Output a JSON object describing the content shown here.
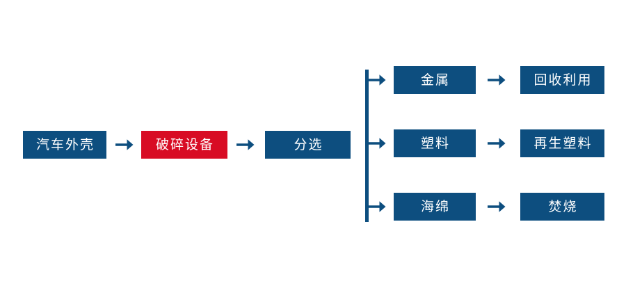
{
  "diagram": {
    "title": "",
    "colors": {
      "box_blue": "#0d4e7f",
      "box_red": "#d80c24",
      "arrow": "#0d4e7f",
      "text": "#ffffff",
      "background": "#ffffff"
    },
    "main_chain": [
      {
        "id": "car-shell",
        "label": "汽车外壳",
        "color": "blue"
      },
      {
        "id": "shredding-equip",
        "label": "破碎设备",
        "color": "red"
      },
      {
        "id": "sorting",
        "label": "分选",
        "color": "blue"
      }
    ],
    "branches": [
      {
        "id": "metal",
        "material": {
          "id": "metal-material",
          "label": "金属",
          "color": "blue"
        },
        "outcome": {
          "id": "metal-outcome",
          "label": "回收利用",
          "color": "blue"
        }
      },
      {
        "id": "plastic",
        "material": {
          "id": "plastic-material",
          "label": "塑料",
          "color": "blue"
        },
        "outcome": {
          "id": "plastic-outcome",
          "label": "再生塑料",
          "color": "blue"
        }
      },
      {
        "id": "sponge",
        "material": {
          "id": "sponge-material",
          "label": "海绵",
          "color": "blue"
        },
        "outcome": {
          "id": "sponge-outcome",
          "label": "焚烧",
          "color": "blue"
        }
      }
    ],
    "icons": {
      "arrow": "arrow-right-icon",
      "rail": "branch-rail"
    }
  }
}
